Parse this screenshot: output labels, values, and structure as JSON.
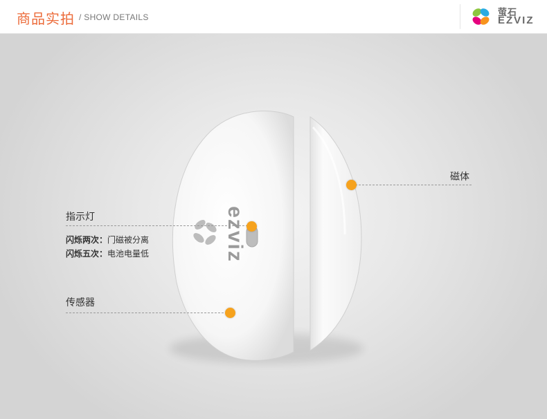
{
  "header": {
    "title_cn": "商品实拍",
    "title_en": "/ SHOW DETAILS",
    "brand_cn": "萤石",
    "brand_en": "EZVIZ"
  },
  "product": {
    "logo_text": "ezviz"
  },
  "callouts": {
    "magnet": {
      "label": "磁体"
    },
    "indicator": {
      "label": "指示灯",
      "lines": [
        {
          "key": "闪烁两次：",
          "value": "门磁被分离"
        },
        {
          "key": "闪烁五次：",
          "value": "电池电量低"
        }
      ]
    },
    "sensor": {
      "label": "传感器"
    }
  },
  "colors": {
    "title_accent": "#ec6b3a",
    "callout_dot": "#f6a21d"
  }
}
